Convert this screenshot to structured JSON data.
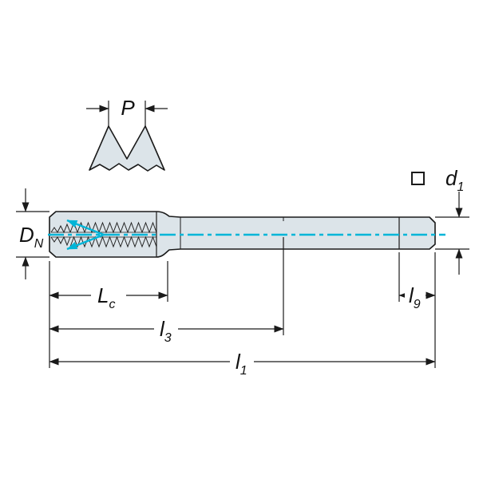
{
  "drawing": {
    "title": "tap-dimension-drawing",
    "labels": {
      "pitch": "P",
      "nominal_diameter": {
        "main": "D",
        "sub": "N"
      },
      "shank_diameter": {
        "main": "d",
        "sub": "1"
      },
      "cutting_length": {
        "main": "L",
        "sub": "c"
      },
      "neck_length": {
        "main": "l",
        "sub": "3"
      },
      "overall_length": {
        "main": "l",
        "sub": "1"
      },
      "square_length": {
        "main": "l",
        "sub": "9"
      }
    },
    "colors": {
      "accent": "#00b5d8",
      "body_fill": "#dce4e9",
      "line": "#1a1a1a"
    }
  }
}
